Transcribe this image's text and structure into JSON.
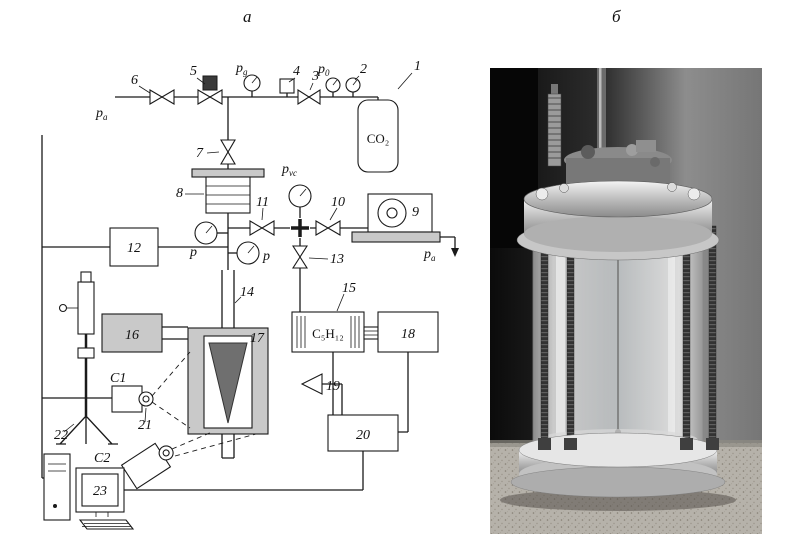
{
  "panel_labels": {
    "a": "а",
    "b": "б"
  },
  "schematic": {
    "numbers": [
      "1",
      "2",
      "3",
      "4",
      "5",
      "6",
      "7",
      "8",
      "9",
      "10",
      "11",
      "12",
      "13",
      "14",
      "15",
      "16",
      "17",
      "18",
      "19",
      "20",
      "21",
      "22",
      "23"
    ],
    "cameras": {
      "c1": "C1",
      "c2": "C2"
    },
    "chemicals": {
      "co2": "CO₂",
      "pentane": "C₅H₁₂"
    },
    "pressure": {
      "p": "p",
      "sub_g": "g",
      "sub_0": "0",
      "sub_a": "a",
      "sub_vc": "vc"
    }
  },
  "colors": {
    "line": "#1a1a1a",
    "chamber_fill": "#cdcdcd",
    "box16_fill": "#c9c9c9",
    "photo_background_dark": "#0b0b0b",
    "photo_background_light": "#8d8d8d",
    "table_speckle": "#b6b2aa",
    "metal_highlight": "#f4f4f4"
  }
}
